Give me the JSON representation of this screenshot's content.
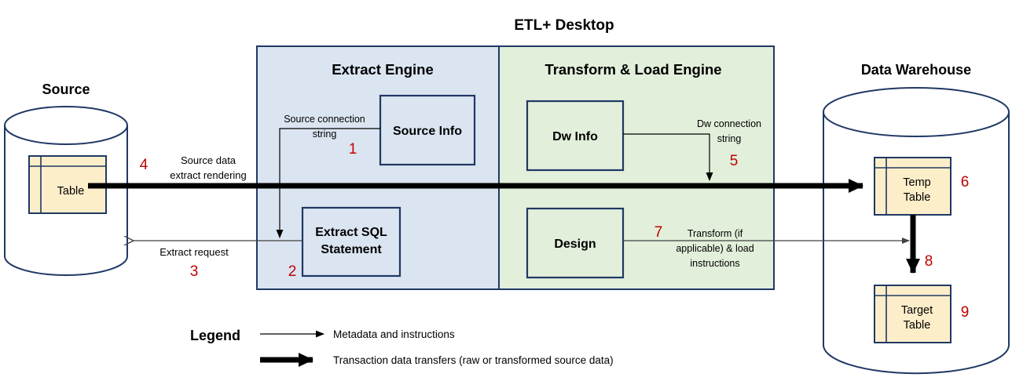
{
  "diagram": {
    "title": "ETL+ Desktop",
    "source": {
      "title": "Source",
      "table_label_line1": "Table",
      "table_label_line2": ""
    },
    "warehouse": {
      "title": "Data Warehouse",
      "temp_table_line1": "Temp",
      "temp_table_line2": "Table",
      "target_table_line1": "Target",
      "target_table_line2": "Table"
    },
    "panels": [
      {
        "name": "extract-engine",
        "title": "Extract Engine",
        "color": "#dbe5f1",
        "boxes": [
          {
            "name": "source-info",
            "label": "Source Info"
          },
          {
            "name": "extract-sql-statement",
            "label_line1": "Extract SQL",
            "label_line2": "Statement"
          }
        ]
      },
      {
        "name": "transform-load-engine",
        "title": "Transform & Load Engine",
        "color": "#e2efda",
        "boxes": [
          {
            "name": "dw-info",
            "label": "Dw Info"
          },
          {
            "name": "design",
            "label": "Design"
          }
        ]
      }
    ],
    "annotations": {
      "source_connection_string_line1": "Source connection",
      "source_connection_string_line2": "string",
      "source_data_extract_line1": "Source data",
      "source_data_extract_line2": "extract rendering",
      "extract_request": "Extract request",
      "dw_connection_string_line1": "Dw connection",
      "dw_connection_string_line2": "string",
      "transform_load_line1": "Transform (if",
      "transform_load_line2": "applicable) & load",
      "transform_load_line3": "instructions"
    },
    "steps": {
      "s1": "1",
      "s2": "2",
      "s3": "3",
      "s4": "4",
      "s5": "5",
      "s6": "6",
      "s7": "7",
      "s8": "8",
      "s9": "9"
    },
    "legend": {
      "title": "Legend",
      "items": [
        {
          "name": "metadata-and-instructions",
          "label": "Metadata and instructions",
          "style": "thin"
        },
        {
          "name": "transaction-data-transfers",
          "label": "Transaction data transfers (raw or transformed  source data)",
          "style": "thick"
        }
      ]
    },
    "colors": {
      "step_number": "#c00000",
      "outline": "#1f3864",
      "table_fill": "#fdeeca",
      "panel_blue": "#dbe5f1",
      "panel_green": "#e2efda"
    }
  }
}
